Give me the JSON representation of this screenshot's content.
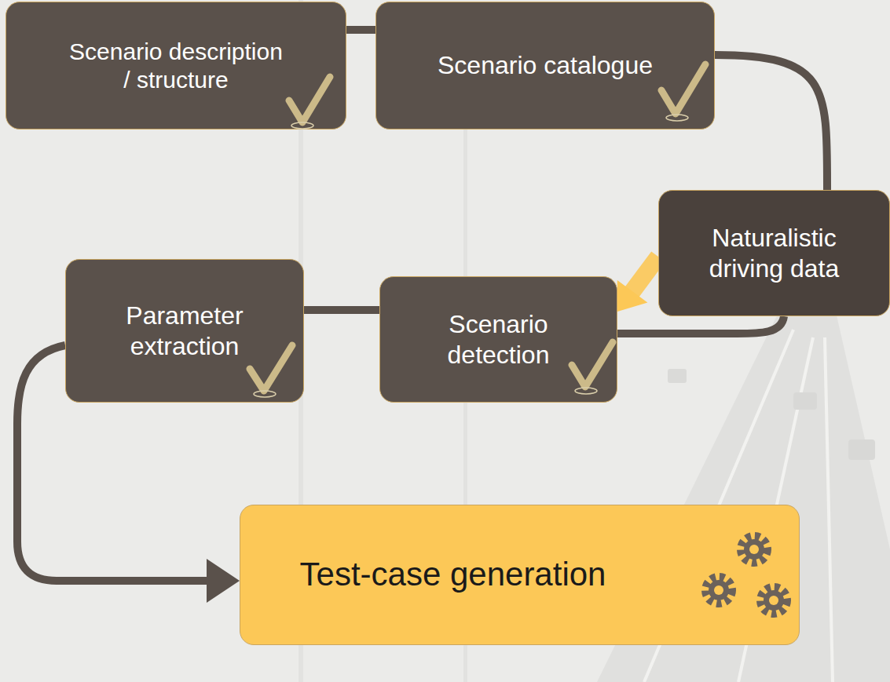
{
  "diagram": {
    "nodes": [
      {
        "text": [
          "Scenario description / structure"
        ]
      },
      {
        "text": [
          "Scenario catalogue"
        ]
      },
      {
        "text": [
          "Naturalistic driving data"
        ]
      },
      {
        "text": [
          "Scenario detection"
        ]
      },
      {
        "text": [
          "Parameter extraction"
        ]
      },
      {
        "text": [
          "Test-case generation"
        ]
      }
    ],
    "edges": [
      {
        "from": 0,
        "to": 1,
        "arrow": "none"
      },
      {
        "from": 1,
        "to": 2,
        "arrow": "none"
      },
      {
        "from": 2,
        "to": 3,
        "arrow": "none"
      },
      {
        "from": 2,
        "to": 3,
        "arrow": "to"
      },
      {
        "from": 3,
        "to": 4,
        "arrow": "none"
      },
      {
        "from": 4,
        "to": 5,
        "arrow": "to"
      }
    ]
  }
}
